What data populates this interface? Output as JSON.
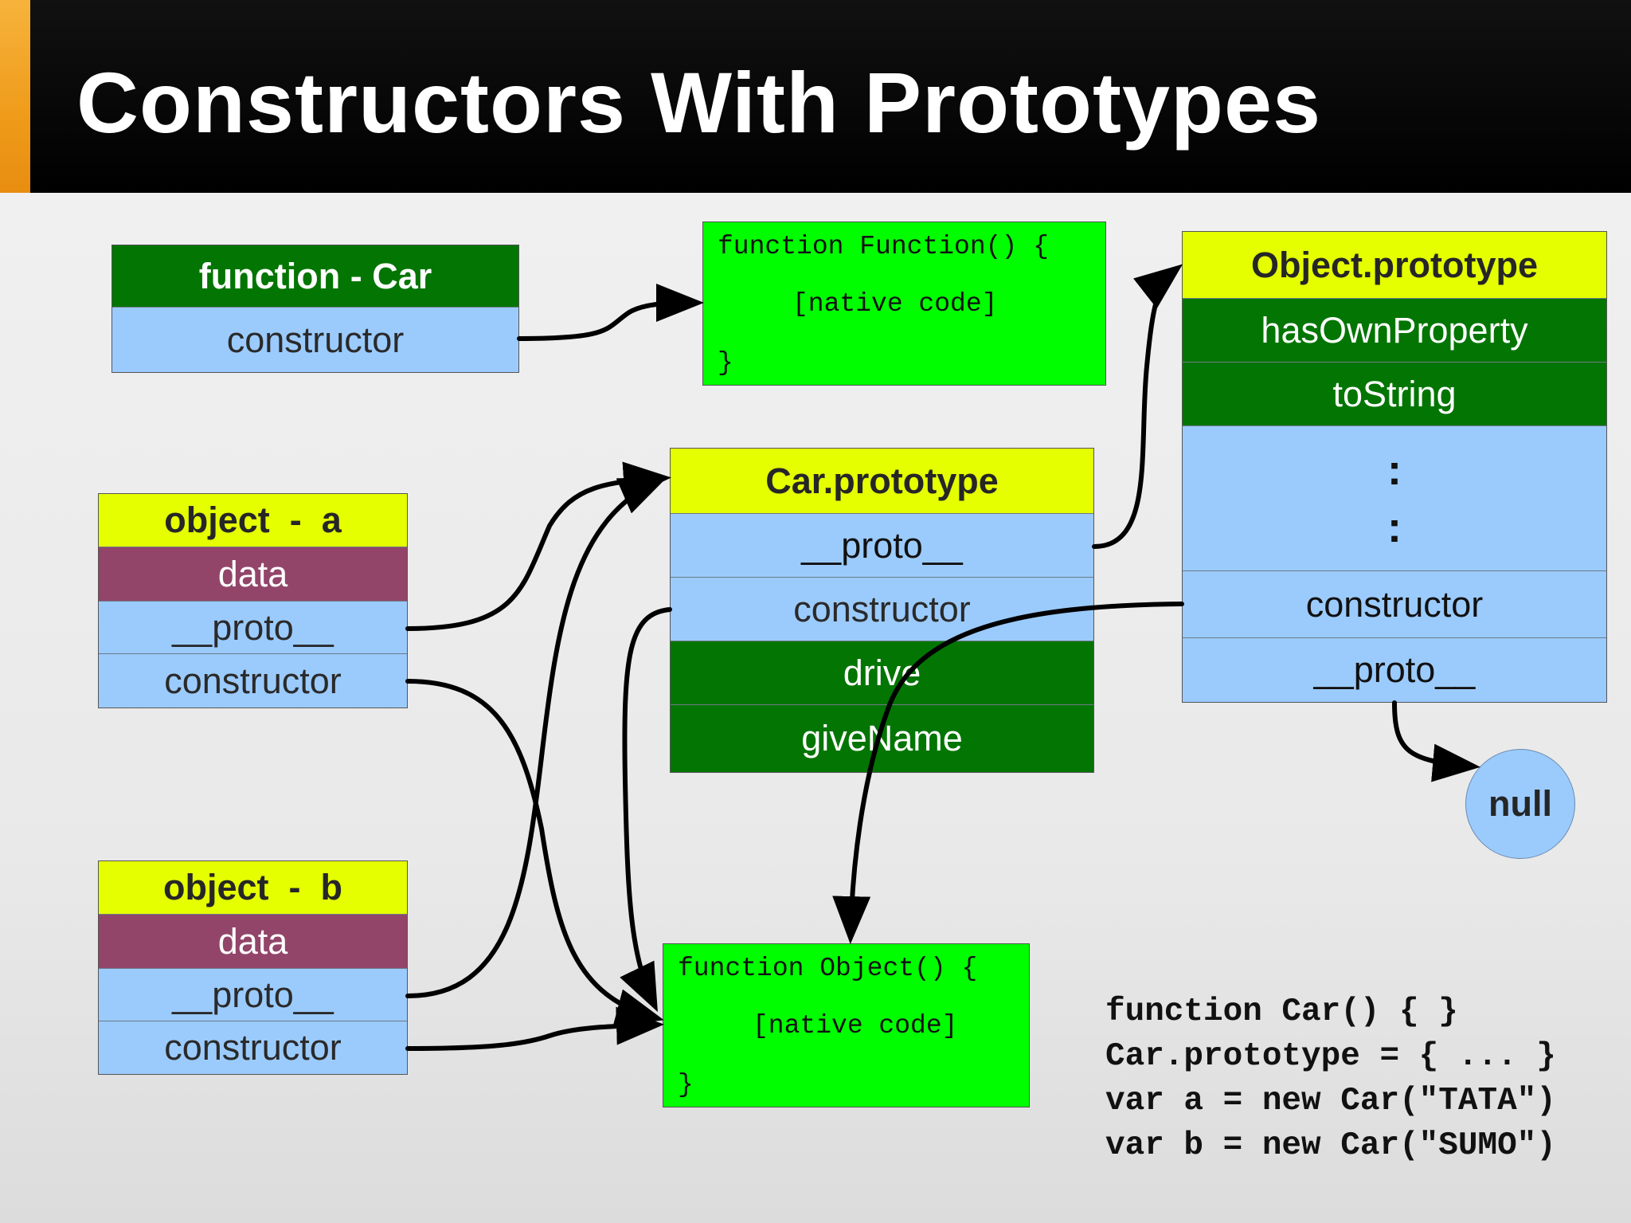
{
  "title": "Constructors With Prototypes",
  "function_car": {
    "header": "function - Car",
    "constructor": "constructor"
  },
  "function_function": {
    "line1": "function Function() {",
    "line2": "[native code]",
    "line3": "}"
  },
  "object_prototype": {
    "header": "Object.prototype",
    "has_own_property": "hasOwnProperty",
    "to_string": "toString",
    "ellipsis": ":\n:",
    "constructor": "constructor",
    "proto": "__proto__"
  },
  "object_a": {
    "header": "object  -  a",
    "data": "data",
    "proto": "__proto__",
    "constructor": "constructor"
  },
  "car_prototype": {
    "header": "Car.prototype",
    "proto": "__proto__",
    "constructor": "constructor",
    "drive": "drive",
    "give_name": "giveName"
  },
  "null_label": "null",
  "object_b": {
    "header": "object  -  b",
    "data": "data",
    "proto": "__proto__",
    "constructor": "constructor"
  },
  "function_object": {
    "line1": "function Object() {",
    "line2": "[native code]",
    "line3": "}"
  },
  "code_snippet": [
    "function Car() { }",
    "Car.prototype = { ... }",
    "var a = new Car(\"TATA\")",
    "var b = new Car(\"SUMO\")"
  ],
  "colors": {
    "header_yellow": "#e5ff00",
    "dark_green": "#037503",
    "light_blue": "#9bcbfd",
    "maroon": "#924569",
    "bright_green": "#00fe00",
    "title_accent": "#ef9b1a"
  }
}
